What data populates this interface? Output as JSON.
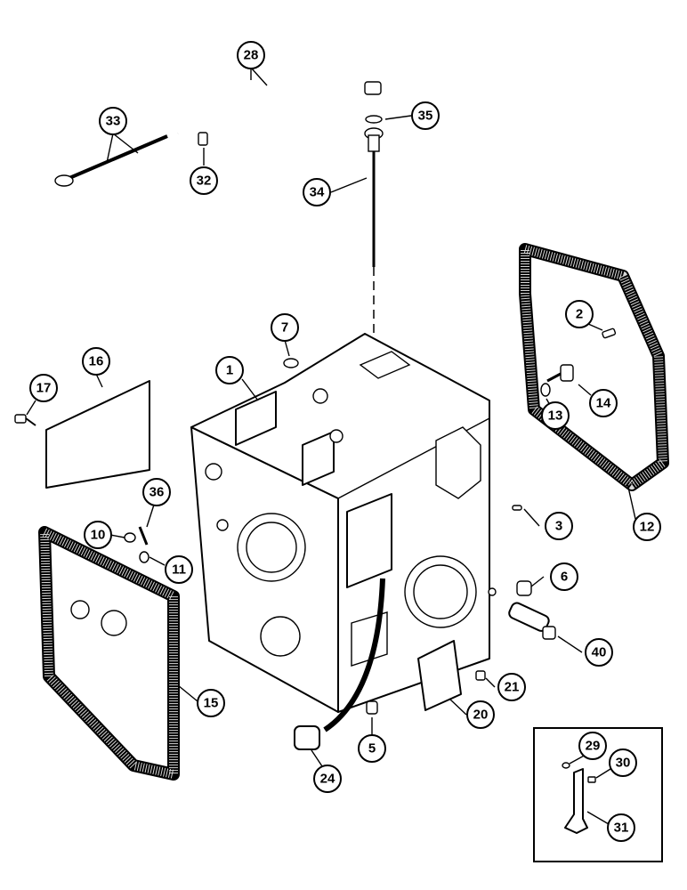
{
  "callouts": [
    {
      "id": "1",
      "label": "1"
    },
    {
      "id": "2",
      "label": "2"
    },
    {
      "id": "3",
      "label": "3"
    },
    {
      "id": "5",
      "label": "5"
    },
    {
      "id": "6",
      "label": "6"
    },
    {
      "id": "7",
      "label": "7"
    },
    {
      "id": "10",
      "label": "10"
    },
    {
      "id": "11",
      "label": "11"
    },
    {
      "id": "12",
      "label": "12"
    },
    {
      "id": "13",
      "label": "13"
    },
    {
      "id": "14",
      "label": "14"
    },
    {
      "id": "15",
      "label": "15"
    },
    {
      "id": "16",
      "label": "16"
    },
    {
      "id": "17",
      "label": "17"
    },
    {
      "id": "20",
      "label": "20"
    },
    {
      "id": "21",
      "label": "21"
    },
    {
      "id": "24",
      "label": "24"
    },
    {
      "id": "28",
      "label": "28"
    },
    {
      "id": "29",
      "label": "29"
    },
    {
      "id": "30",
      "label": "30"
    },
    {
      "id": "31",
      "label": "31"
    },
    {
      "id": "32",
      "label": "32"
    },
    {
      "id": "33",
      "label": "33"
    },
    {
      "id": "34",
      "label": "34"
    },
    {
      "id": "35",
      "label": "35"
    },
    {
      "id": "36",
      "label": "36"
    },
    {
      "id": "40",
      "label": "40"
    }
  ],
  "colors": {
    "line": "#000000",
    "paper": "#ffffff",
    "gasket_fill": "#d8d8d8"
  }
}
